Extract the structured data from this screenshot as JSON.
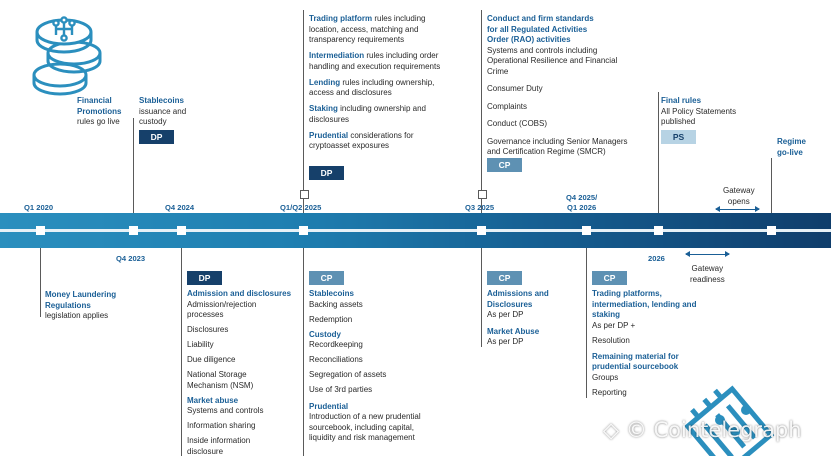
{
  "timeline": {
    "q1_2020": "Q1 2020",
    "q4_2023": "Q4 2023",
    "q4_2024": "Q4 2024",
    "q1q2_2025": "Q1/Q2 2025",
    "q3_2025": "Q3 2025",
    "q4_2025_line1": "Q4 2025/",
    "q4_2025_line2": "Q1 2026",
    "y2026": "2026"
  },
  "above": {
    "fin_promo": {
      "title_1": "Financial",
      "title_2": "Promotions",
      "text": "rules go live"
    },
    "stablecoins": {
      "title": "Stablecoins",
      "text_1": "issuance and",
      "text_2": "custody",
      "badge": "DP"
    },
    "trading": {
      "items": [
        {
          "title": "Trading platform",
          "rest": " rules including",
          "lines": [
            "location, access, matching and",
            "transparency requirements"
          ]
        },
        {
          "title": "Intermediation",
          "rest": " rules including order",
          "lines": [
            "handling and execution requirements"
          ]
        },
        {
          "title": "Lending",
          "rest": " rules including ownership,",
          "lines": [
            "access and disclosures"
          ]
        },
        {
          "title": "Staking",
          "rest": " including ownership and",
          "lines": [
            "disclosures"
          ]
        },
        {
          "title": "Prudential",
          "rest": " considerations for",
          "lines": [
            "cryptoasset exposures"
          ]
        }
      ],
      "badge": "DP"
    },
    "conduct": {
      "title_1": "Conduct and firm standards",
      "title_2": "for all Regulated Activities",
      "title_3": "Order (RAO) activities",
      "lines_1": [
        "Systems and controls including",
        "Operational Resilience and Financial",
        "Crime"
      ],
      "consumer_duty": "Consumer Duty",
      "complaints": "Complaints",
      "cobs": "Conduct (COBS)",
      "governance_1": "Governance including Senior Managers",
      "governance_2": "and Certification Regime (SMCR)",
      "badge": "CP"
    },
    "final_rules": {
      "title": "Final rules",
      "text_1": "All Policy Statements",
      "text_2": "published",
      "badge": "PS"
    },
    "regime": {
      "title_1": "Regime",
      "title_2": "go-live"
    },
    "gateway_opens": {
      "line1": "Gateway",
      "line2": "opens"
    }
  },
  "below": {
    "aml": {
      "title_1": "Money Laundering",
      "title_2": "Regulations",
      "text": "legislation applies"
    },
    "admission": {
      "badge": "DP",
      "title": "Admission and disclosures",
      "lines": [
        "Admission/rejection",
        "processes"
      ],
      "disclosures": "Disclosures",
      "liability": "Liability",
      "due_diligence": "Due diligence",
      "nsm_1": "National Storage",
      "nsm_2": "Mechanism (NSM)",
      "market_abuse": "Market abuse",
      "systems": "Systems and controls",
      "info_sharing": "Information sharing",
      "inside_1": "Inside information",
      "inside_2": "disclosure"
    },
    "stable_cp": {
      "badge": "CP",
      "title": "Stablecoins",
      "backing": "Backing assets",
      "redemption": "Redemption",
      "custody_title": "Custody",
      "recordkeeping": "Recordkeeping",
      "reconciliations": "Reconciliations",
      "segregation": "Segregation of assets",
      "third_parties": "Use of 3rd parties",
      "prudential_title": "Prudential",
      "prud_1": "Introduction of a new prudential",
      "prud_2": "sourcebook, including capital,",
      "prud_3": "liquidity and risk management"
    },
    "adm_cp": {
      "badge": "CP",
      "title_1": "Admissions and",
      "title_2": "Disclosures",
      "as_per_1": "As per DP",
      "mabuse": "Market Abuse",
      "as_per_2": "As per DP"
    },
    "trading_cp": {
      "badge": "CP",
      "title_1": "Trading platforms,",
      "title_2": "intermediation, lending and",
      "title_3": "staking",
      "as_per": "As per DP +",
      "resolution": "Resolution",
      "remaining_1": "Remaining material for",
      "remaining_2": "prudential sourcebook",
      "groups": "Groups",
      "reporting": "Reporting"
    },
    "gateway_readiness": {
      "line1": "Gateway",
      "line2": "readiness"
    }
  },
  "watermark": "Cointelegraph",
  "colors": {
    "band_start": "#2b8fbe",
    "band_end": "#0f3d6b",
    "heading": "#1a5f96",
    "dp": "#16406a",
    "cp": "#5e91b3",
    "ps": "#b7d3e4"
  }
}
